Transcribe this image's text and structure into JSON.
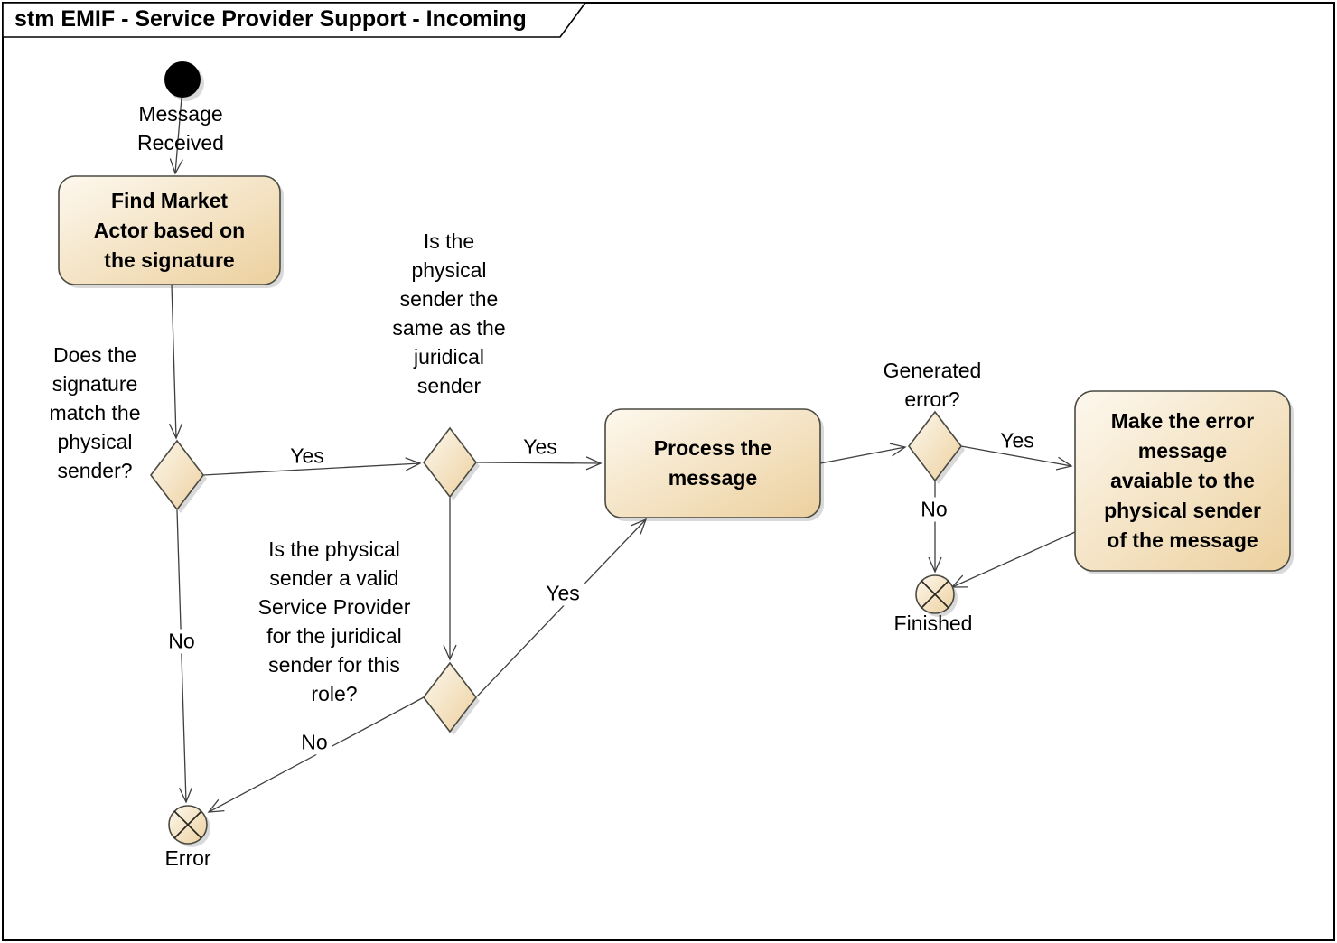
{
  "frame": {
    "title": "stm EMIF - Service Provider Support - Incoming"
  },
  "colors": {
    "node_gradient_start": "#fdf8ee",
    "node_gradient_end": "#ecd09e",
    "node_border": "#4a4a42",
    "edge": "#3f3f3f",
    "shadow": "#cfcfcf",
    "initial_fill": "#000000",
    "frame_border": "#000000"
  },
  "nodes": {
    "initial": {
      "label": "Message\nReceived"
    },
    "find_market_actor": {
      "label": "Find Market\nActor based on\nthe signature"
    },
    "process_message": {
      "label": "Process the\nmessage"
    },
    "make_error_available": {
      "label": "Make the error\nmessage\navaiable to the\nphysical sender\nof the message"
    },
    "error_final": {
      "label": "Error"
    },
    "finished_final": {
      "label": "Finished"
    }
  },
  "decisions": {
    "signature_match": {
      "question": "Does the\nsignature\nmatch the\nphysical\nsender?"
    },
    "same_sender": {
      "question": "Is the\nphysical\nsender the\nsame as the\njuridical\nsender"
    },
    "valid_service_provider": {
      "question": "Is the physical\nsender a valid\nService Provider\nfor the juridical\nsender for this\nrole?"
    },
    "generated_error": {
      "question": "Generated\nerror?"
    }
  },
  "edge_labels": {
    "signature_match_yes": "Yes",
    "signature_match_no": "No",
    "same_sender_yes": "Yes",
    "valid_sp_yes": "Yes",
    "valid_sp_no": "No",
    "generated_error_yes": "Yes",
    "generated_error_no": "No"
  }
}
